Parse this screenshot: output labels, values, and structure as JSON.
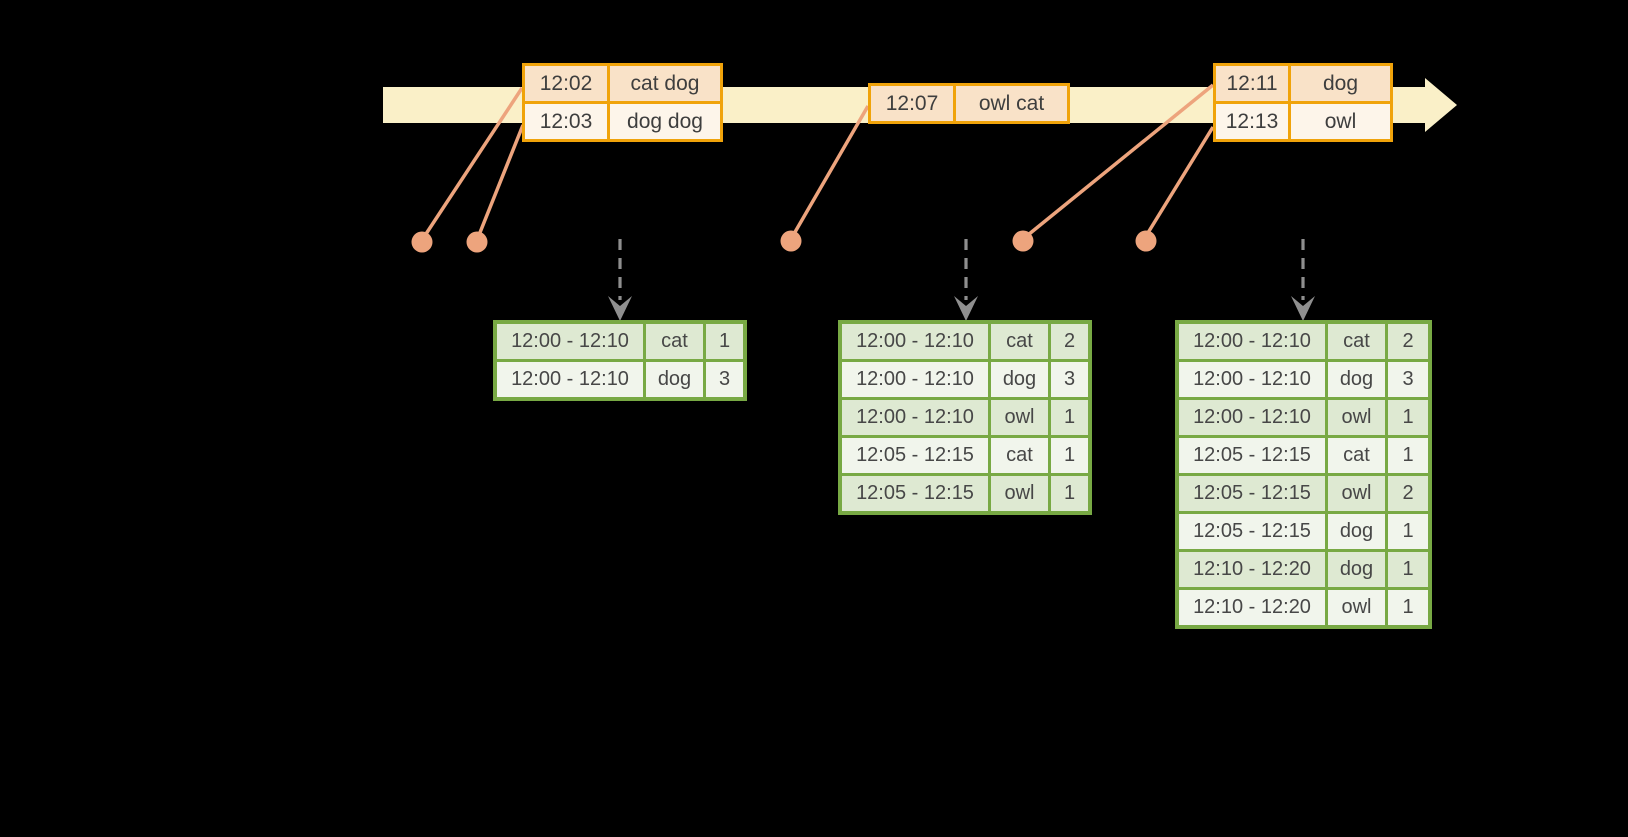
{
  "colors": {
    "background": "#000000",
    "timeline_fill": "#FAF0C8",
    "event_border": "#F0A30A",
    "event_row_peach": "#F9E2C8",
    "event_row_cream": "#FDF5EA",
    "marker": "#EDA47D",
    "arrow_gray": "#8F8F8F",
    "result_border": "#78A944",
    "result_row_sage": "#DEE9D2",
    "result_row_light": "#F1F5EC",
    "text": "#3E3E3E"
  },
  "event_tables": [
    {
      "rows": [
        {
          "time": "12:02",
          "words": "cat dog"
        },
        {
          "time": "12:03",
          "words": "dog dog"
        }
      ]
    },
    {
      "rows": [
        {
          "time": "12:07",
          "words": "owl cat"
        }
      ]
    },
    {
      "rows": [
        {
          "time": "12:11",
          "words": "dog"
        },
        {
          "time": "12:13",
          "words": "owl"
        }
      ]
    }
  ],
  "result_tables": [
    {
      "rows": [
        {
          "window": "12:00 - 12:10",
          "word": "cat",
          "count": "1"
        },
        {
          "window": "12:00 - 12:10",
          "word": "dog",
          "count": "3"
        }
      ]
    },
    {
      "rows": [
        {
          "window": "12:00 - 12:10",
          "word": "cat",
          "count": "2"
        },
        {
          "window": "12:00 - 12:10",
          "word": "dog",
          "count": "3"
        },
        {
          "window": "12:00 - 12:10",
          "word": "owl",
          "count": "1"
        },
        {
          "window": "12:05 - 12:15",
          "word": "cat",
          "count": "1"
        },
        {
          "window": "12:05 - 12:15",
          "word": "owl",
          "count": "1"
        }
      ]
    },
    {
      "rows": [
        {
          "window": "12:00 - 12:10",
          "word": "cat",
          "count": "2"
        },
        {
          "window": "12:00 - 12:10",
          "word": "dog",
          "count": "3"
        },
        {
          "window": "12:00 - 12:10",
          "word": "owl",
          "count": "1"
        },
        {
          "window": "12:05 - 12:15",
          "word": "cat",
          "count": "1"
        },
        {
          "window": "12:05 - 12:15",
          "word": "owl",
          "count": "2"
        },
        {
          "window": "12:05 - 12:15",
          "word": "dog",
          "count": "1"
        },
        {
          "window": "12:10 - 12:20",
          "word": "dog",
          "count": "1"
        },
        {
          "window": "12:10 - 12:20",
          "word": "owl",
          "count": "1"
        }
      ]
    }
  ]
}
